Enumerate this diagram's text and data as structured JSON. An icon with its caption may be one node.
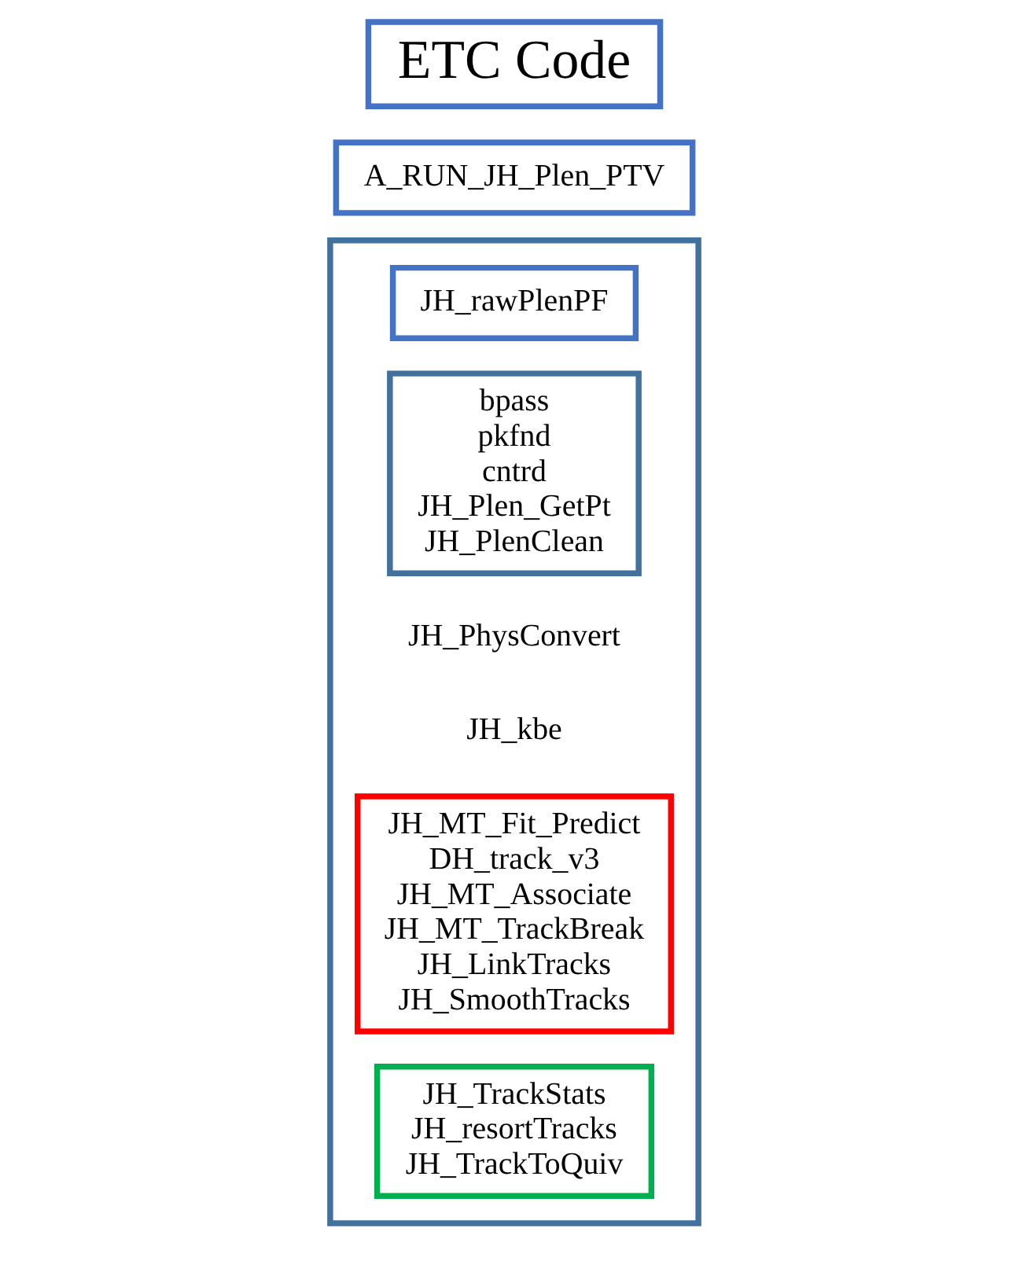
{
  "diagram": {
    "nodes": [
      {
        "text": [
          "ETC Code"
        ]
      },
      {
        "text": [
          "A_RUN_JH_Plen_PTV"
        ]
      },
      {
        "text": [],
        "shape": "box"
      },
      {
        "text": [
          "JH_rawPlenPF"
        ],
        "in": 2
      },
      {
        "text": [
          "bpass",
          "pkfnd",
          "cntrd",
          "JH_Plen_GetPt",
          "JH_PlenClean"
        ],
        "in": 2
      },
      {
        "text": [
          "JH_MT_Fit_Predict",
          "DH_track_v3",
          "JH_MT_Associate",
          "JH_MT_TrackBreak",
          "JH_LinkTracks",
          "JH_SmoothTracks"
        ],
        "in": 2
      },
      {
        "text": [
          "JH_TrackStats",
          "JH_resortTracks",
          "JH_TrackToQuiv"
        ],
        "in": 2
      }
    ],
    "labels": [
      "JH_PhysConvert",
      "JH_kbe"
    ]
  }
}
